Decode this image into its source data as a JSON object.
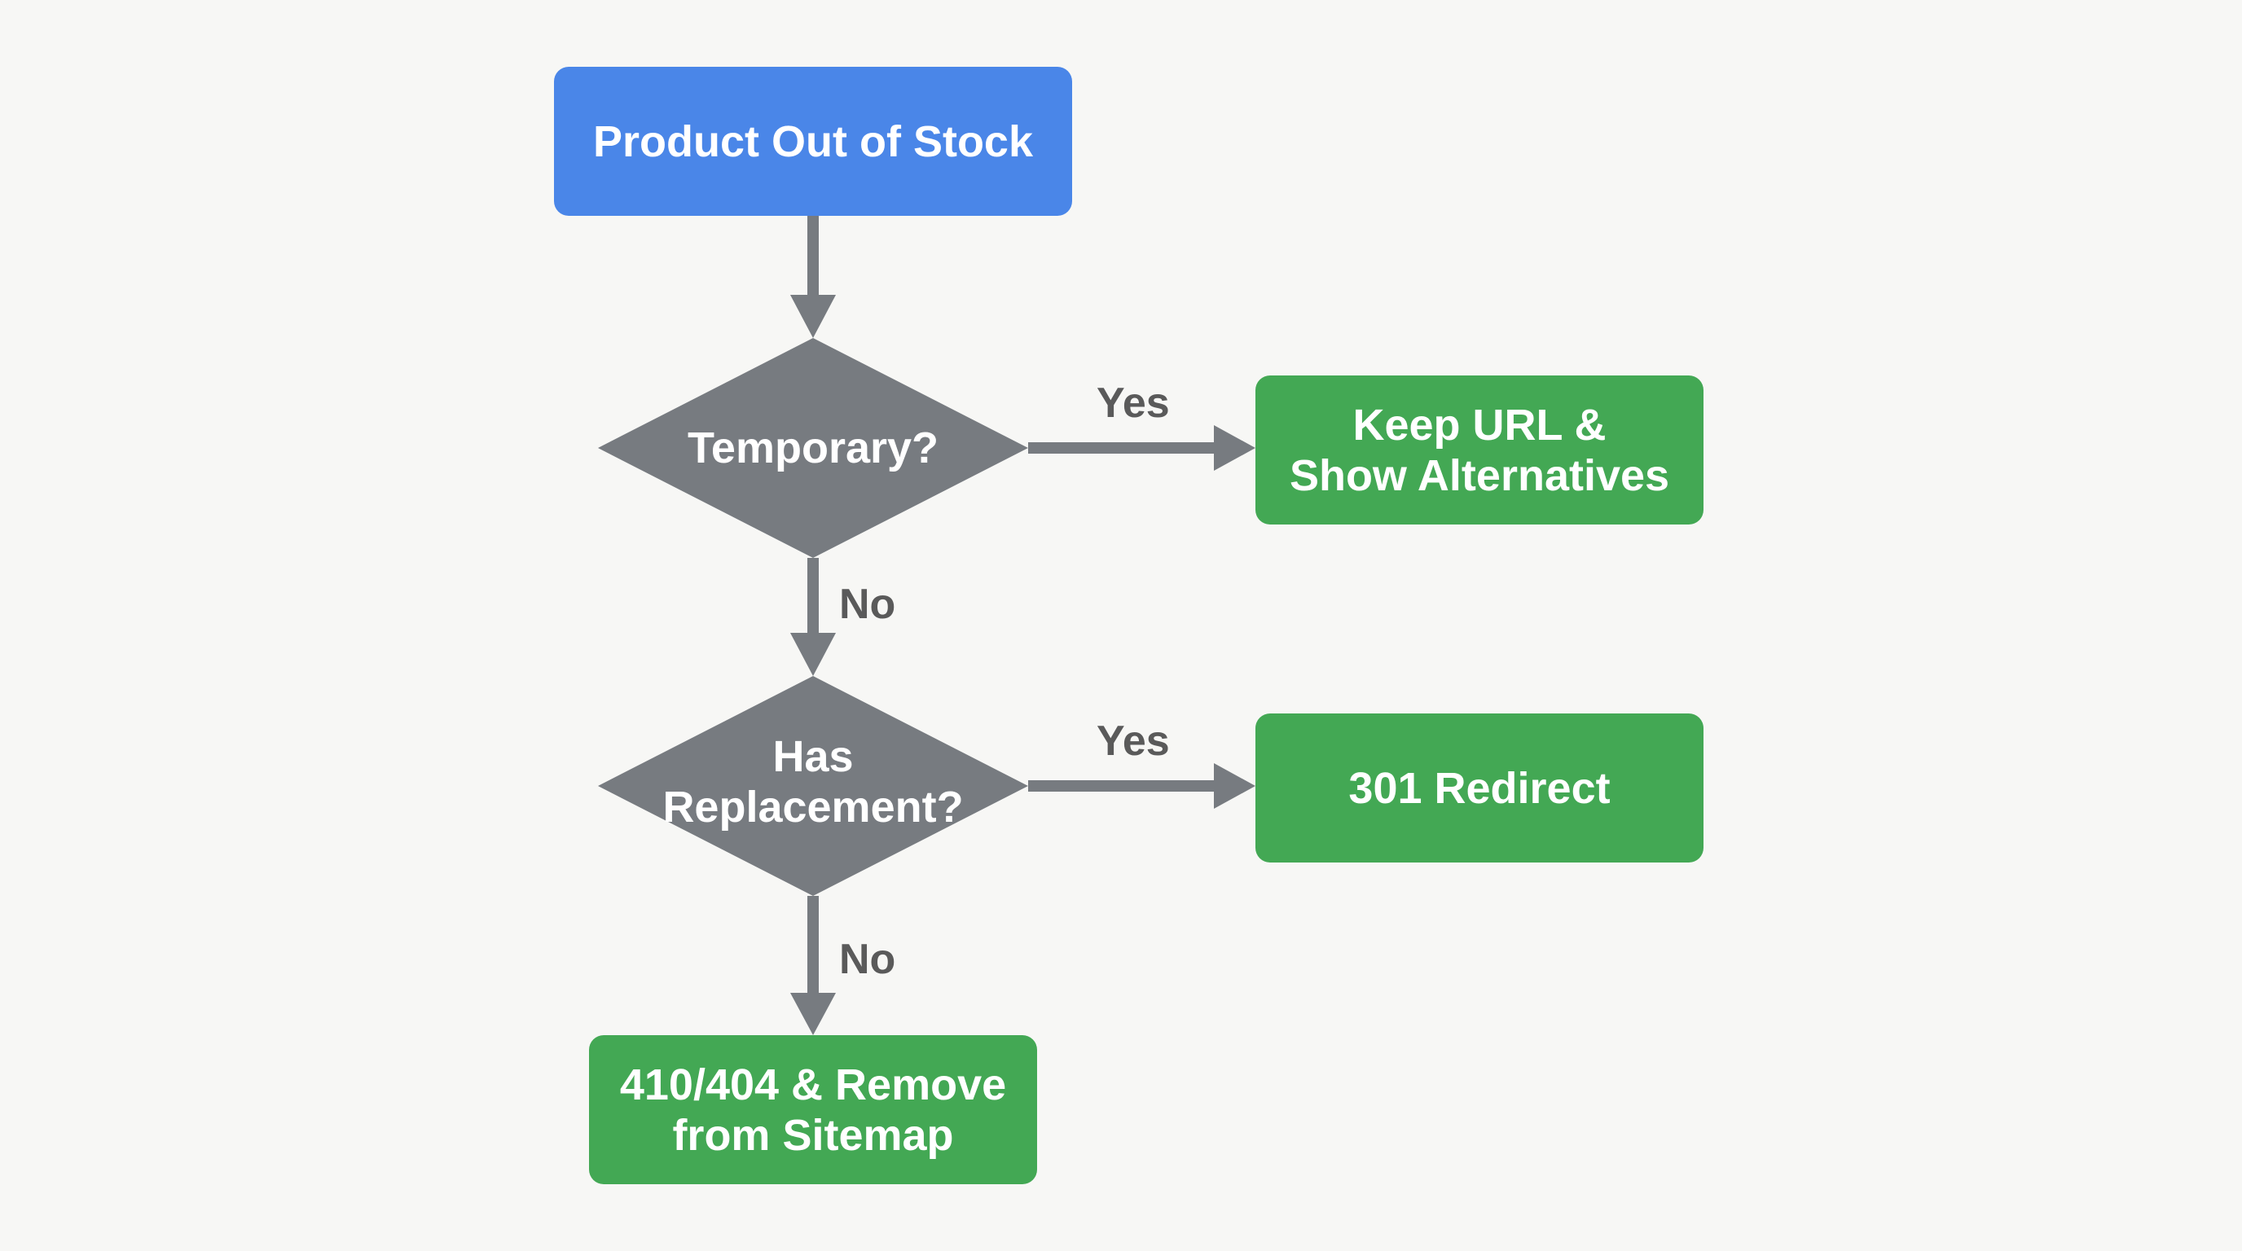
{
  "diagram": {
    "start": {
      "label": "Product Out of Stock"
    },
    "decision_temporary": {
      "label": "Temporary?"
    },
    "decision_replacement": {
      "line1": "Has",
      "line2": "Replacement?"
    },
    "result_keep": {
      "line1": "Keep URL &",
      "line2": "Show Alternatives"
    },
    "result_redirect": {
      "label": "301 Redirect"
    },
    "result_remove": {
      "line1": "410/404 & Remove",
      "line2": "from Sitemap"
    },
    "edges": {
      "temporary_yes": "Yes",
      "temporary_no": "No",
      "replacement_yes": "Yes",
      "replacement_no": "No"
    },
    "colors": {
      "start": "#4a86e8",
      "decision": "#777b80",
      "result": "#43a854",
      "connector": "#777b80",
      "background": "#f7f7f5"
    }
  }
}
